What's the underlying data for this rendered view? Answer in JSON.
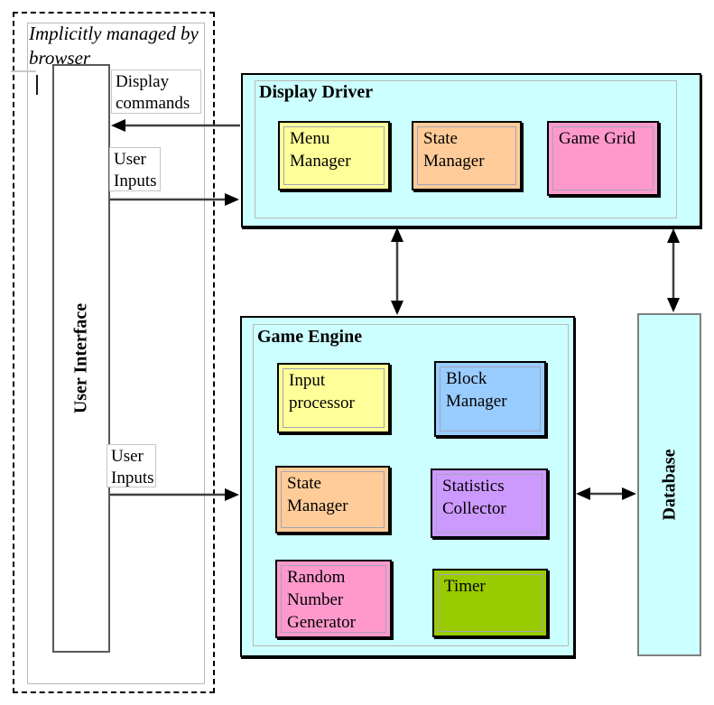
{
  "diagram": {
    "browser_group": {
      "caption": "Implicitly managed by\nbrowser",
      "user_interface_label": "User Interface"
    },
    "flow_labels": {
      "display_commands": "Display\ncommands",
      "user_inputs_top": "User\nInputs",
      "user_inputs_bottom": "User\nInputs"
    },
    "display_driver": {
      "title": "Display Driver",
      "fill": "#ccffff",
      "modules": [
        {
          "label": "Menu\nManager",
          "color": "#ffff99"
        },
        {
          "label": "State\nManager",
          "color": "#ffcc99"
        },
        {
          "label": "Game Grid",
          "color": "#ff99cc"
        }
      ]
    },
    "game_engine": {
      "title": "Game Engine",
      "fill": "#ccffff",
      "modules": [
        {
          "label": "Input\nprocessor",
          "color": "#ffff99"
        },
        {
          "label": "Block\nManager",
          "color": "#99ccff"
        },
        {
          "label": "State\nManager",
          "color": "#ffcc99"
        },
        {
          "label": "Statistics\nCollector",
          "color": "#cc99ff"
        },
        {
          "label": "Random\nNumber\nGenerator",
          "color": "#ff99cc"
        },
        {
          "label": "Timer",
          "color": "#99cc00"
        }
      ]
    },
    "database": {
      "label": "Database",
      "fill": "#ccffff"
    },
    "colors": {
      "arrow_line": "#3f3f3f",
      "arrow_head": "#000000"
    }
  }
}
